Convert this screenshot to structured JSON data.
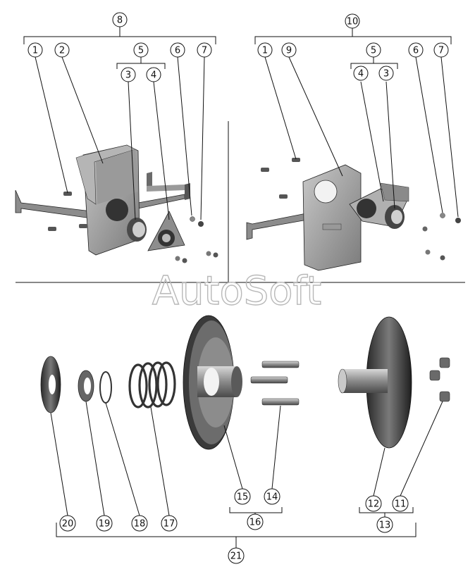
{
  "watermark": "AutoSoft",
  "callouts": {
    "c8": "8",
    "c10": "10",
    "l1": "1",
    "l2": "2",
    "l5": "5",
    "l3": "3",
    "l4": "4",
    "l6": "6",
    "l7": "7",
    "r1": "1",
    "r9": "9",
    "r5": "5",
    "r4": "4",
    "r3": "3",
    "r6": "6",
    "r7": "7",
    "b20": "20",
    "b19": "19",
    "b18": "18",
    "b17": "17",
    "b15": "15",
    "b14": "14",
    "b16": "16",
    "b12": "12",
    "b11": "11",
    "b13": "13",
    "b21": "21"
  },
  "colors": {
    "part_dark": "#2e2e2e",
    "part_mid": "#6f6f6f",
    "part_light": "#a9a9a9",
    "line": "#111111"
  }
}
